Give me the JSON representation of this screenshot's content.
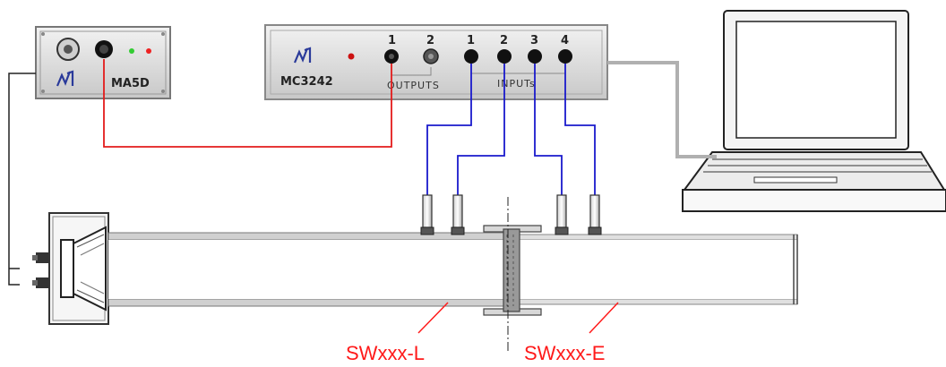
{
  "amplifier": {
    "model_label": "MA5D"
  },
  "analyzer": {
    "model_label": "MC3242",
    "outputs_label": "OUTPUTS",
    "inputs_label": "INPUTs",
    "output_numbers": [
      "1",
      "2"
    ],
    "input_numbers": [
      "1",
      "2",
      "3",
      "4"
    ]
  },
  "tubes": {
    "left_label": "SWxxx-L",
    "right_label": "SWxxx-E"
  },
  "colors": {
    "output_cable": "#e31b1b",
    "input_cable": "#1a1acc",
    "label_red": "#ff1a1a",
    "device_gray": "#d8d8d8"
  },
  "icons": [
    "logo-icon",
    "laptop-icon",
    "loudspeaker-icon",
    "microphone-icon"
  ]
}
